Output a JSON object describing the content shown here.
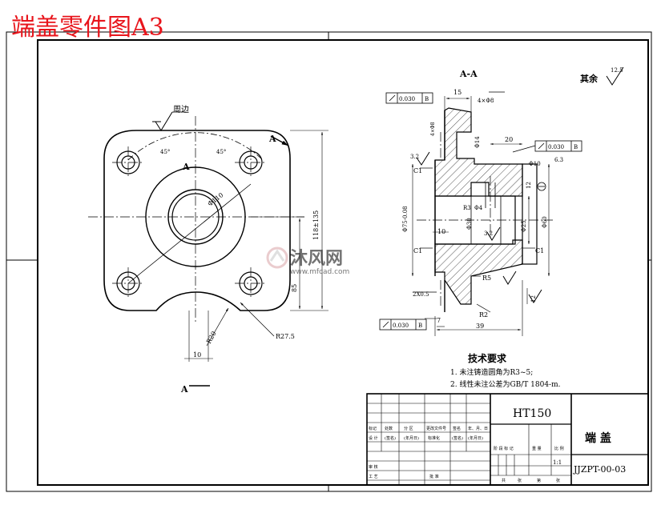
{
  "title": "端盖零件图A3",
  "watermark": {
    "brand": "沐风网",
    "url": "www.mfcad.com",
    "accent": "#d9a4a7"
  },
  "colors": {
    "title": "#e8141b",
    "line": "#000000",
    "hatch": "#555555"
  },
  "top_view": {
    "section_marker": "A",
    "section_marker_lower": "A",
    "roughness_note": "周边",
    "angle_left": "45°",
    "angle_right": "45°",
    "dia_center": "Φ110",
    "dim_height": "118±135",
    "dim_85": "85",
    "r_small": "R20",
    "r_large": "R27.5",
    "dim_10": "10"
  },
  "section_view": {
    "label": "A-A",
    "other_surfaces": "其余",
    "roughness_value": "12.5",
    "tol_top_left": "0.030",
    "tol_top_right": "0.030",
    "tol_bottom": "0.030",
    "datum": "B",
    "dim_15": "15",
    "hole_spec": "4×Φ8",
    "dim_40": "4×Φ8",
    "dim_14": "Φ14",
    "dim_20": "20",
    "dim_10h": "Φ10",
    "dim_6_3": "6.3",
    "chamfer_c1": "C1",
    "rough_3_2": "3.2",
    "dim_12": "12",
    "dia_75": "Φ75-0.08",
    "r3": "R3",
    "dia_4": "Φ4",
    "dia_30": "Φ30",
    "rough_mid": "3.2",
    "dia_25": "Φ25",
    "dia_60": "Φ60",
    "dim_10v": "10",
    "r5": "R5",
    "r2": "R2",
    "chamfer_2x": "2X0.5",
    "dim_7": "7",
    "dim_39": "39",
    "dim_12b": "12"
  },
  "tech_requirements": {
    "heading": "技术要求",
    "items": [
      "1. 未注铸造圆角为R3~5;",
      "2. 线性未注公差为GB/T   1804-m."
    ]
  },
  "title_block": {
    "material": "HT150",
    "part_name": "端 盖",
    "drawing_no": "JJZPT-00-03",
    "scale": "1:1",
    "row_headers": [
      "标记",
      "处数",
      "分 区",
      "更改文件号",
      "签名",
      "年、月、日"
    ],
    "designer_row": [
      "设 计",
      "(签名)",
      "(年月日)",
      "标准化",
      "(签名)",
      "(年月日)"
    ],
    "stage_headers": [
      "阶 段 标 记",
      "重 量",
      "比 例"
    ],
    "review": "审 核",
    "process": "工 艺",
    "approve": "批 准",
    "sheet_row": [
      "共",
      "张",
      "第",
      "张"
    ]
  }
}
